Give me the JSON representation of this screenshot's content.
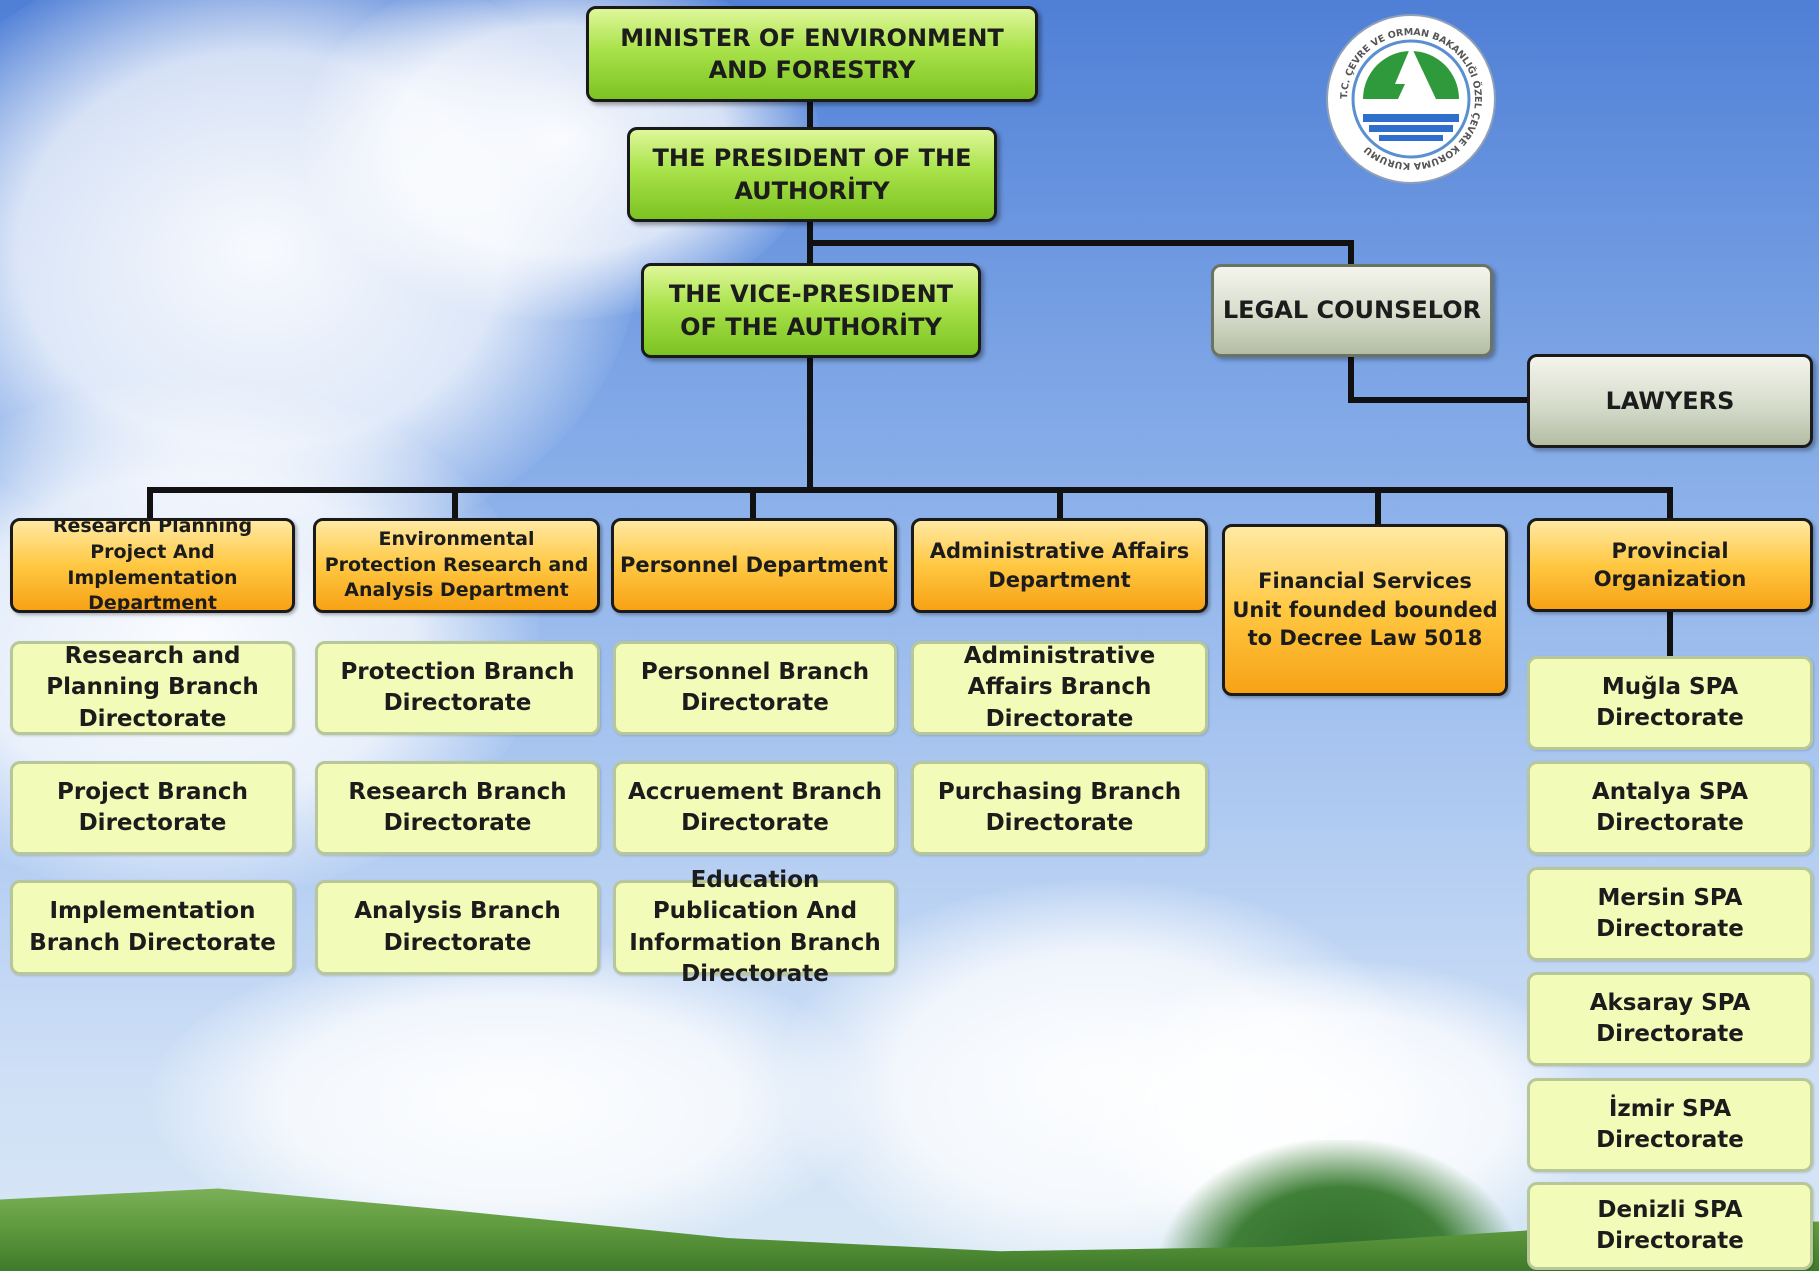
{
  "org": {
    "minister": "MINISTER OF ENVIRONMENT AND FORESTRY",
    "president": "THE PRESIDENT OF THE AUTHORİTY",
    "vice_president": "THE VICE-PRESIDENT OF THE AUTHORİTY",
    "legal_counselor": "LEGAL COUNSELOR",
    "lawyers": "LAWYERS",
    "departments": [
      {
        "label": "Research Planning Project And Implementation Department",
        "branches": [
          "Research and Planning Branch Directorate",
          "Project Branch Directorate",
          "Implementation Branch Directorate"
        ]
      },
      {
        "label": "Environmental Protection Research and Analysis Department",
        "branches": [
          "Protection Branch Directorate",
          "Research Branch Directorate",
          "Analysis Branch Directorate"
        ]
      },
      {
        "label": "Personnel Department",
        "branches": [
          "Personnel Branch Directorate",
          "Accruement Branch Directorate",
          "Education Publication And Information Branch Directorate"
        ]
      },
      {
        "label": "Administrative Affairs Department",
        "branches": [
          "Administrative Affairs Branch Directorate",
          "Purchasing Branch Directorate"
        ]
      },
      {
        "label": "Financial Services Unit founded bounded to Decree Law 5018",
        "branches": []
      },
      {
        "label": "Provincial Organization",
        "branches": [
          "Muğla SPA Directorate",
          "Antalya SPA Directorate",
          "Mersin SPA Directorate",
          "Aksaray SPA Directorate",
          "İzmir SPA Directorate",
          "Denizli SPA Directorate"
        ]
      }
    ]
  },
  "logo": {
    "ring_text": "T.C. ÇEVRE VE ORMAN BAKANLIĞI ÖZEL ÇEVRE KORUMA KURUMU"
  },
  "colors": {
    "top_box": "#9bd63a",
    "department_box": "#ffbf33",
    "branch_box": "#f2fbb8",
    "counsel_box": "#d6dccb",
    "connector": "#111111"
  }
}
